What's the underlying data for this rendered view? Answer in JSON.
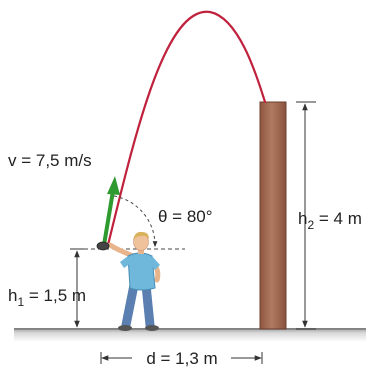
{
  "labels": {
    "velocity": "v = 7,5 m/s",
    "angle": "θ = 80°",
    "h1_main": "h",
    "h1_sub": "1",
    "h1_value": " = 1,5 m",
    "h2_main": "h",
    "h2_sub": "2",
    "h2_value": " = 4 m",
    "distance": "d = 1,3 m"
  },
  "colors": {
    "trajectory": "#c0223d",
    "velocity_arrow": "#2f9a2f",
    "pole": "#a86a52",
    "ground": "#8a8a8a",
    "shirt": "#6fb8dc",
    "jeans": "#5a7fb0"
  }
}
